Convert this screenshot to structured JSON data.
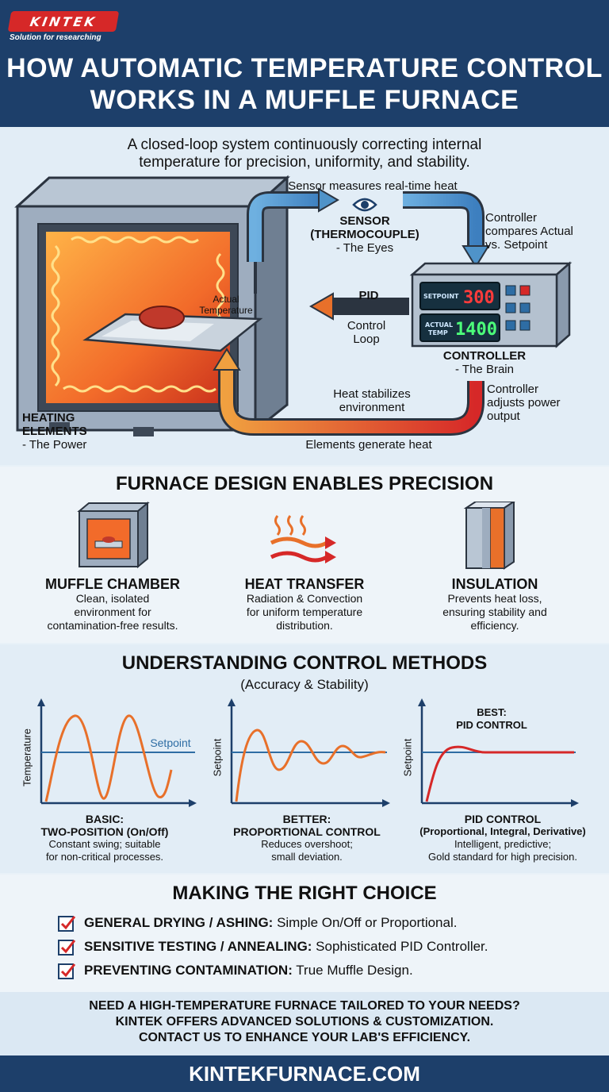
{
  "brand": {
    "logo": "KINTEK",
    "tagline": "Solution for researching"
  },
  "header": {
    "title_line1": "HOW AUTOMATIC TEMPERATURE CONTROL",
    "title_line2": "WORKS IN A MUFFLE FURNACE"
  },
  "loop": {
    "intro_line1": "A closed-loop system continuously correcting internal",
    "intro_line2": "temperature for precision, uniformity, and stability.",
    "sensor_measures": "Sensor measures real-time heat",
    "sensor_title1": "SENSOR",
    "sensor_title2": "(THERMOCOUPLE)",
    "sensor_sub": "- The Eyes",
    "compare1": "Controller",
    "compare2": "compares Actual",
    "compare3": "vs. Setpoint",
    "pid": "PID",
    "control1": "Control",
    "control2": "Loop",
    "actual1": "Actual",
    "actual2": "Temperature",
    "controller_title": "CONTROLLER",
    "controller_sub": "- The Brain",
    "adjust1": "Controller",
    "adjust2": "adjusts power",
    "adjust3": "output",
    "stabilize1": "Heat stabilizes",
    "stabilize2": "environment",
    "heating1": "HEATING",
    "heating2": "ELEMENTS",
    "heating_sub": "- The Power",
    "generate": "Elements generate heat",
    "panel_setpoint_label": "SETPOINT",
    "panel_setpoint_value": "300",
    "panel_actual_label1": "ACTUAL",
    "panel_actual_label2": "TEMP",
    "panel_actual_value": "1400"
  },
  "design": {
    "title": "FURNACE DESIGN ENABLES PRECISION",
    "items": [
      {
        "title": "MUFFLE CHAMBER",
        "d1": "Clean, isolated",
        "d2": "environment for",
        "d3": "contamination-free results."
      },
      {
        "title": "HEAT TRANSFER",
        "d1": "Radiation & Convection",
        "d2": "for uniform temperature",
        "d3": "distribution."
      },
      {
        "title": "INSULATION",
        "d1": "Prevents heat loss,",
        "d2": "ensuring stability and",
        "d3": "efficiency."
      }
    ]
  },
  "methods": {
    "title": "UNDERSTANDING CONTROL METHODS",
    "subtitle": "(Accuracy & Stability)",
    "charts": [
      {
        "ylabel": "Temperature",
        "setpoint_label": "Setpoint",
        "top_label1": "",
        "top_label2": "",
        "cap1": "BASIC:",
        "cap2": "TWO-POSITION (On/Off)",
        "cap3": "Constant swing; suitable",
        "cap4": "for non-critical processes."
      },
      {
        "ylabel": "Setpoint",
        "setpoint_label": "",
        "top_label1": "",
        "top_label2": "",
        "cap1": "BETTER:",
        "cap2": "PROPORTIONAL CONTROL",
        "cap3": "Reduces overshoot;",
        "cap4": "small deviation."
      },
      {
        "ylabel": "Setpoint",
        "setpoint_label": "",
        "top_label1": "BEST:",
        "top_label2": "PID CONTROL",
        "cap1": "PID CONTROL",
        "cap2": "(Proportional, Integral, Derivative)",
        "cap3": "Intelligent, predictive;",
        "cap4": "Gold standard for high precision."
      }
    ]
  },
  "choice": {
    "title": "MAKING THE RIGHT CHOICE",
    "rows": [
      {
        "bold": "GENERAL DRYING / ASHING:",
        "text": " Simple On/Off or Proportional."
      },
      {
        "bold": "SENSITIVE TESTING / ANNEALING:",
        "text": " Sophisticated PID Controller."
      },
      {
        "bold": "PREVENTING CONTAMINATION:",
        "text": " True Muffle Design."
      }
    ]
  },
  "cta": {
    "line1": "NEED A HIGH-TEMPERATURE FURNACE TAILORED TO YOUR NEEDS?",
    "line2": "KINTEK OFFERS ADVANCED SOLUTIONS & CUSTOMIZATION.",
    "line3": "CONTACT US TO ENHANCE YOUR LAB'S EFFICIENCY."
  },
  "footer": {
    "url": "KINTEKFURNACE.COM"
  },
  "colors": {
    "navy": "#1d3f6a",
    "red": "#d62828",
    "orange": "#e8702a",
    "blue_arrow": "#4f93c9"
  },
  "chart_data": [
    {
      "type": "line",
      "title": "BASIC: TWO-POSITION (On/Off)",
      "ylabel": "Temperature",
      "series": [
        {
          "name": "Setpoint",
          "values": []
        }
      ],
      "behavior": "large constant oscillation around setpoint"
    },
    {
      "type": "line",
      "title": "BETTER: PROPORTIONAL CONTROL",
      "ylabel": "Setpoint",
      "series": [],
      "behavior": "overshoot then damped oscillation"
    },
    {
      "type": "line",
      "title": "BEST: PID CONTROL",
      "ylabel": "Setpoint",
      "series": [],
      "behavior": "small overshoot then flat at setpoint"
    }
  ]
}
